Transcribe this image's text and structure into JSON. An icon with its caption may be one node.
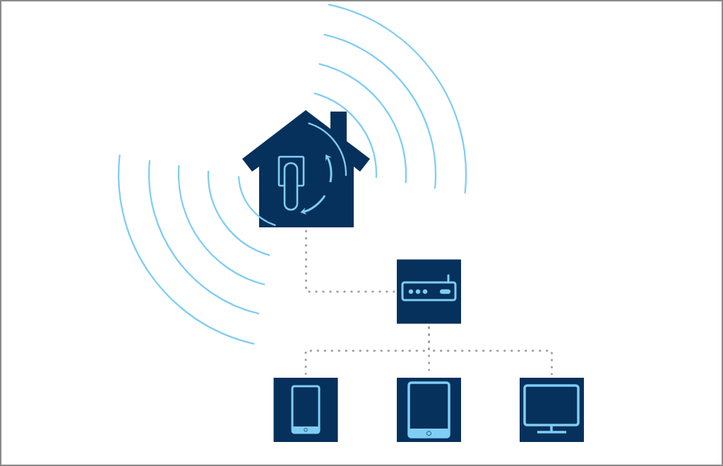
{
  "diagram": {
    "nodes": [
      {
        "text": [],
        "shape": "house"
      },
      {
        "text": [],
        "shape": "box"
      },
      {
        "text": [],
        "shape": "box"
      },
      {
        "text": [],
        "shape": "box"
      },
      {
        "text": [],
        "shape": "box"
      }
    ],
    "edges": [
      {
        "from": 0,
        "to": 1,
        "arrow": "none",
        "style": "dashed"
      },
      {
        "from": 1,
        "to": 2,
        "arrow": "none",
        "style": "dashed"
      },
      {
        "from": 1,
        "to": 3,
        "arrow": "none",
        "style": "dashed"
      },
      {
        "from": 1,
        "to": 4,
        "arrow": "none",
        "style": "dashed"
      }
    ]
  }
}
